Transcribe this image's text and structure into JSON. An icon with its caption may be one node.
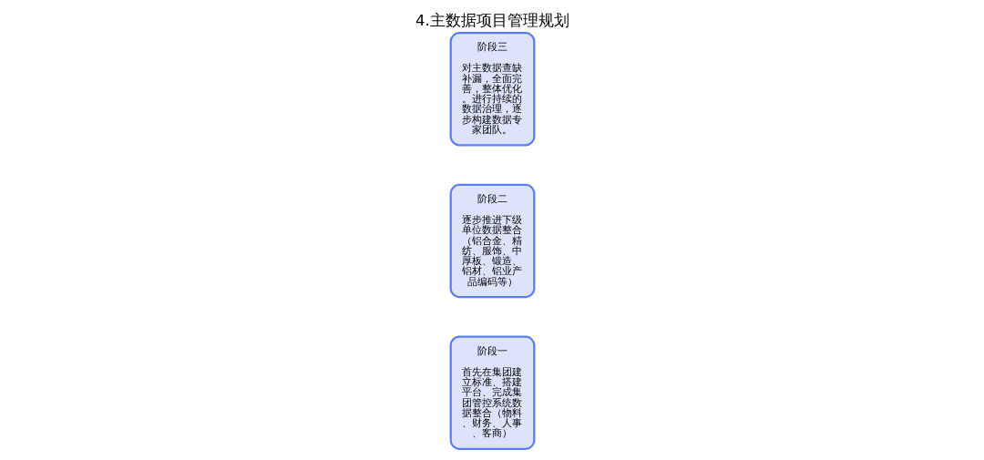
{
  "diagram": {
    "title": "4.主数据项目管理规划",
    "nodes": [
      {
        "text": [
          "阶段一",
          "首先在集团建立标准、搭建平台、完成集团管控系统数据整合（物料、财务、人事、客商）"
        ]
      },
      {
        "text": [
          "阶段二",
          "逐步推进下级单位数据整合（铝合金、精纺、服饰、中厚板、锻造、铝材、铝业产品编码等）"
        ]
      },
      {
        "text": [
          "阶段三",
          "对主数据查缺补漏，全面完善，整体优化。进行持续的数据治理，逐步构建数据专家团队。"
        ]
      }
    ],
    "edges": []
  }
}
